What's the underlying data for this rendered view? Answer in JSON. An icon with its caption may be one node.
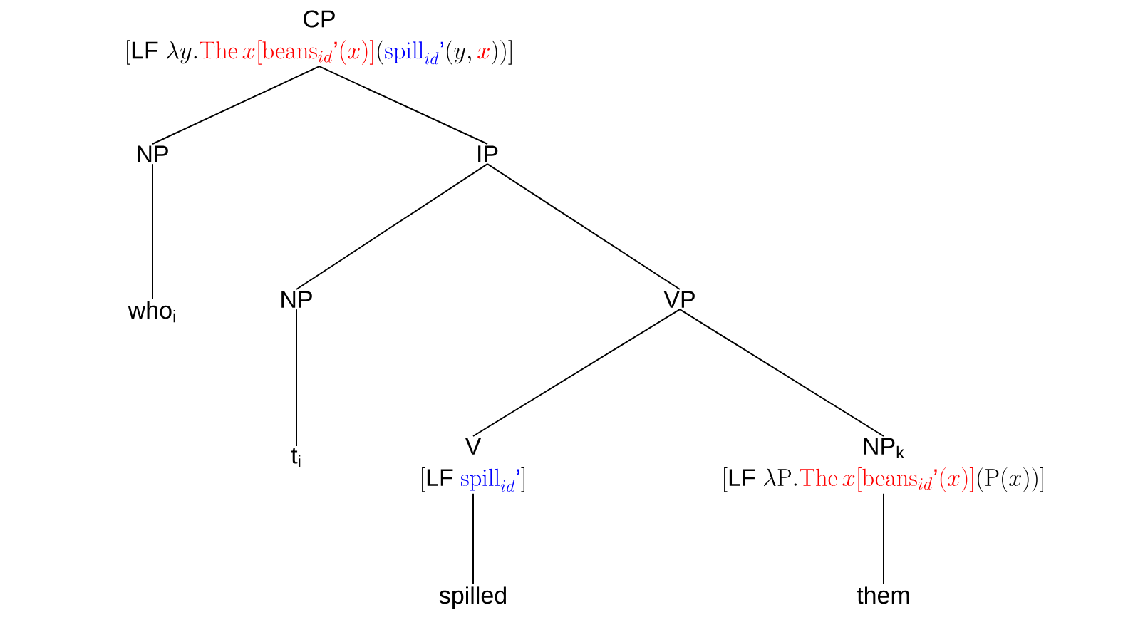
{
  "diagram": {
    "nodes": [
      {
        "text": [
          "CP",
          "\\left[\\textsf{LF}\\ \\lambda y.{\\color{red}\\mathrm{The}\\,x[\\mathrm{beans}_{id}\\mbox{'}(x)]}({\\color{blue}\\mathrm{spill}_{id}\\mbox{'}}(y,{\\color{red}x}))\\right]"
        ]
      },
      {
        "text": [
          "NP"
        ]
      },
      {
        "text": [
          "IP"
        ]
      },
      {
        "text": [
          "who$_{i}$"
        ]
      },
      {
        "text": [
          "NP"
        ]
      },
      {
        "text": [
          "VP"
        ]
      },
      {
        "text": [
          "t$_{i}$"
        ]
      },
      {
        "text": [
          "V",
          "\\left[\\textsf{LF}\\ {\\color{blue}\\mathrm{spill}_{id}\\mbox{'}}\\right]"
        ]
      },
      {
        "text": [
          "NP$_{k}$",
          "\\left[\\textsf{LF}\\ \\lambda\\mathrm{P}.{\\color{red}\\mathrm{The}\\,x[\\mathrm{beans}_{id}\\mbox{'}(x)]}(\\mathrm{P}(x))\\right]"
        ]
      },
      {
        "text": [
          "spilled"
        ]
      },
      {
        "text": [
          "them"
        ]
      }
    ],
    "edges": [
      {
        "from": 0,
        "to": 1,
        "arrow": "none"
      },
      {
        "from": 0,
        "to": 2,
        "arrow": "none"
      },
      {
        "from": 1,
        "to": 3,
        "arrow": "none"
      },
      {
        "from": 2,
        "to": 4,
        "arrow": "none"
      },
      {
        "from": 2,
        "to": 5,
        "arrow": "none"
      },
      {
        "from": 4,
        "to": 6,
        "arrow": "none"
      },
      {
        "from": 5,
        "to": 7,
        "arrow": "none"
      },
      {
        "from": 5,
        "to": 8,
        "arrow": "none"
      },
      {
        "from": 7,
        "to": 9,
        "arrow": "none"
      },
      {
        "from": 8,
        "to": 10,
        "arrow": "none"
      }
    ]
  }
}
